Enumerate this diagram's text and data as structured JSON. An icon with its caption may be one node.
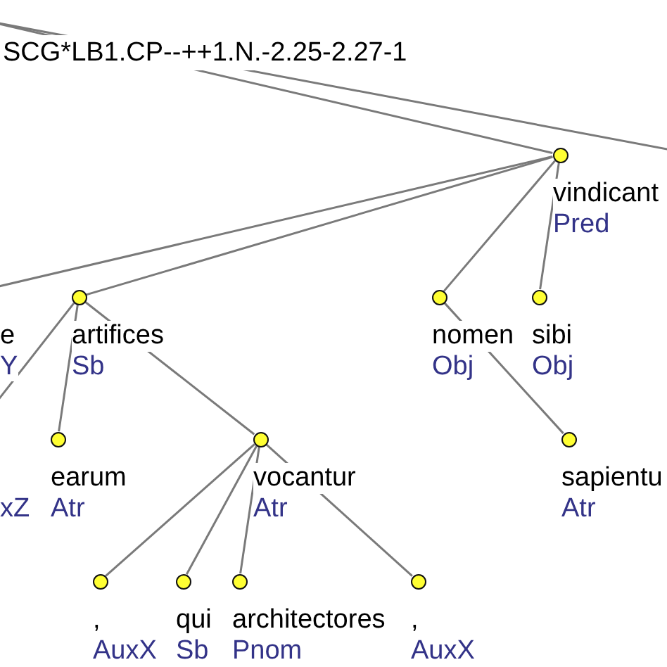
{
  "diagram": {
    "title": "SCG*LB1.CP--++1.N.-2.25-2.27-1",
    "nodes": [
      {
        "text": [
          "vindicant",
          "Pred"
        ]
      },
      {
        "text": [
          "artifices",
          "Sb"
        ]
      },
      {
        "text": [
          "nomen",
          "Obj"
        ]
      },
      {
        "text": [
          "sibi",
          "Obj"
        ]
      },
      {
        "text": [
          "earum",
          "Atr"
        ]
      },
      {
        "text": [
          "vocantur",
          "Atr"
        ]
      },
      {
        "text": [
          "sapientu",
          "Atr"
        ]
      },
      {
        "text": [
          ",",
          "AuxX"
        ]
      },
      {
        "text": [
          "qui",
          "Sb"
        ]
      },
      {
        "text": [
          "architectores",
          "Pnom"
        ]
      },
      {
        "text": [
          ",",
          "AuxX"
        ]
      }
    ],
    "edges": [
      {
        "from": null,
        "to": 0,
        "arrow": "none"
      },
      {
        "from": 0,
        "to": 1,
        "arrow": "none"
      },
      {
        "from": 0,
        "to": null,
        "arrow": "none"
      },
      {
        "from": 0,
        "to": 2,
        "arrow": "none"
      },
      {
        "from": 0,
        "to": 3,
        "arrow": "none"
      },
      {
        "from": 1,
        "to": null,
        "arrow": "none"
      },
      {
        "from": 1,
        "to": 4,
        "arrow": "none"
      },
      {
        "from": 1,
        "to": 5,
        "arrow": "none"
      },
      {
        "from": 2,
        "to": 6,
        "arrow": "none"
      },
      {
        "from": 5,
        "to": 7,
        "arrow": "none"
      },
      {
        "from": 5,
        "to": 8,
        "arrow": "none"
      },
      {
        "from": 5,
        "to": 9,
        "arrow": "none"
      },
      {
        "from": 5,
        "to": 10,
        "arrow": "none"
      }
    ],
    "labels": [
      "e",
      "Y",
      "xZ"
    ]
  }
}
